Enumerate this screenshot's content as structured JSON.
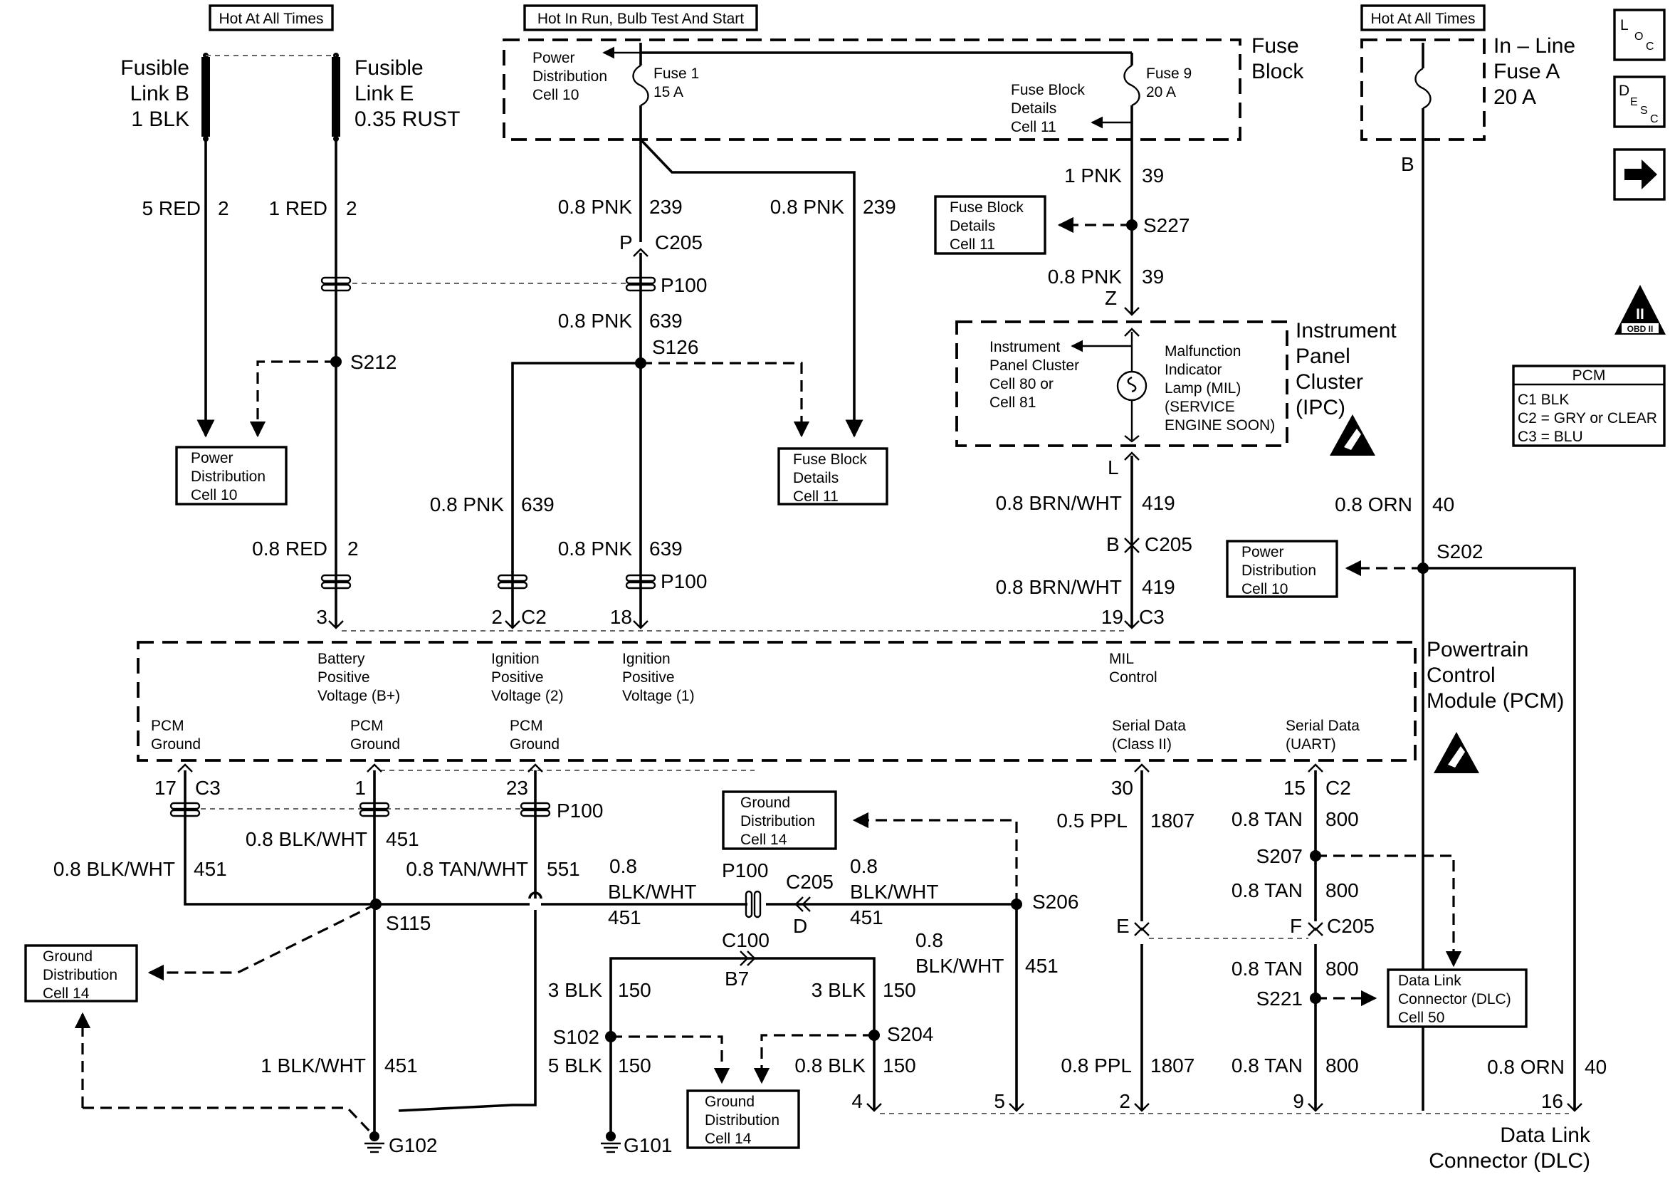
{
  "banners": {
    "hot_all_times_left": "Hot At All Times",
    "hot_run": "Hot In Run, Bulb Test And Start",
    "hot_all_times_right": "Hot At All Times"
  },
  "fusible_link_b": [
    "Fusible",
    "Link B",
    "1 BLK"
  ],
  "fusible_link_e": [
    "Fusible",
    "Link E",
    "0.35 RUST"
  ],
  "fuse_block": {
    "title": [
      "Fuse",
      "Block"
    ],
    "power_dist": [
      "Power",
      "Distribution",
      "Cell 10"
    ],
    "fuse1": [
      "Fuse 1",
      "15 A"
    ],
    "fuse9": [
      "Fuse 9",
      "20 A"
    ],
    "details": [
      "Fuse Block",
      "Details",
      "Cell 11"
    ]
  },
  "inline_fuse": {
    "title": [
      "In – Line",
      "Fuse A",
      "20 A"
    ],
    "pin": "B"
  },
  "side_icons": {
    "loc": [
      "L",
      "O",
      "C"
    ],
    "desc": [
      "D",
      "E",
      "S",
      "C"
    ],
    "obd": [
      "II",
      "OBD II"
    ]
  },
  "pcm_legend": {
    "title": "PCM",
    "rows": [
      "C1  BLK",
      "C2 = GRY or CLEAR",
      "C3 = BLU"
    ]
  },
  "ref_boxes": {
    "power_dist_left": [
      "Power",
      "Distribution",
      "Cell 10"
    ],
    "fuse_block_mid": [
      "Fuse Block",
      "Details",
      "Cell 11"
    ],
    "fuse_block_right": [
      "Fuse Block",
      "Details",
      "Cell 11"
    ],
    "power_dist_right": [
      "Power",
      "Distribution",
      "Cell 10"
    ],
    "ground_dist_top": [
      "Ground",
      "Distribution",
      "Cell 14"
    ],
    "ground_dist_left": [
      "Ground",
      "Distribution",
      "Cell 14"
    ],
    "ground_dist_bottom": [
      "Ground",
      "Distribution",
      "Cell 14"
    ],
    "dlc_ref": [
      "Data Link",
      "Connector (DLC)",
      "Cell 50"
    ]
  },
  "ipc": {
    "title": [
      "Instrument",
      "Panel",
      "Cluster",
      "(IPC)"
    ],
    "ref": [
      "Instrument",
      "Panel Cluster",
      "Cell 80 or",
      "Cell 81"
    ],
    "mil": [
      "Malfunction",
      "Indicator",
      "Lamp (MIL)",
      "(SERVICE",
      "ENGINE SOON)"
    ]
  },
  "pcm": {
    "title": [
      "Powertrain",
      "Control",
      "Module (PCM)"
    ],
    "batt": [
      "Battery",
      "Positive",
      "Voltage (B+)"
    ],
    "ign2": [
      "Ignition",
      "Positive",
      "Voltage (2)"
    ],
    "ign1": [
      "Ignition",
      "Positive",
      "Voltage (1)"
    ],
    "mil_ctrl": [
      "MIL",
      "Control"
    ],
    "gnd": [
      "PCM",
      "Ground"
    ],
    "serial2": [
      "Serial Data",
      "(Class II)"
    ],
    "serial_uart": [
      "Serial Data",
      "(UART)"
    ]
  },
  "dlc": {
    "title": [
      "Data Link",
      "Connector (DLC)"
    ]
  },
  "labels": {
    "w_5red": "5 RED",
    "c_2a": "2",
    "w_1red": "1 RED",
    "c_2b": "2",
    "w_08pnk_a": "0.8 PNK",
    "c_239a": "239",
    "w_08pnk_b": "0.8 PNK",
    "c_239b": "239",
    "w_1pnk": "1 PNK",
    "c_39a": "39",
    "s227": "S227",
    "w_08pnk_c": "0.8 PNK",
    "c_39b": "39",
    "pin_z": "Z",
    "pin_p": "P",
    "c205_top": "C205",
    "p100_top": "P100",
    "w_08pnk_d": "0.8 PNK",
    "c_639a": "639",
    "s126": "S126",
    "s212": "S212",
    "w_08pnk_e": "0.8 PNK",
    "c_639b": "639",
    "w_08pnk_f": "0.8 PNK",
    "c_639c": "639",
    "p100_mid": "P100",
    "w_08red": "0.8 RED",
    "c_2c": "2",
    "pin_l": "L",
    "w_brnwht_a": "0.8 BRN/WHT",
    "c_419a": "419",
    "pin_b": "B",
    "c205_mid": "C205",
    "w_brnwht_b": "0.8 BRN/WHT",
    "c_419b": "419",
    "w_orn_a": "0.8 ORN",
    "c_40a": "40",
    "s202": "S202",
    "pin_3": "3",
    "pin_2": "2",
    "c2_top": "C2",
    "pin_18": "18",
    "pin_19": "19",
    "c3_top": "C3",
    "pin_17": "17",
    "c3_bot": "C3",
    "pin_1": "1",
    "pin_23": "23",
    "p100_bot": "P100",
    "pin_30": "30",
    "pin_15": "15",
    "c2_bot": "C2",
    "w_blkwht_a": "0.8 BLK/WHT",
    "c_451a": "451",
    "w_blkwht_b": "0.8 BLK/WHT",
    "c_451b": "451",
    "w_tanwht": "0.8 TAN/WHT",
    "c_551": "551",
    "w_08_a": "0.8",
    "w_blkwht_c": "BLK/WHT",
    "c_451c": "451",
    "p100_c": "P100",
    "c100": "C100",
    "c205_d": "C205",
    "pin_d": "D",
    "w_08_b": "0.8",
    "w_blkwht_d": "BLK/WHT",
    "c_451d": "451",
    "s206": "S206",
    "w_08_c": "0.8",
    "w_blkwht_e": "BLK/WHT",
    "c_451e": "451",
    "s115": "S115",
    "w_05ppl": "0.5 PPL",
    "c_1807a": "1807",
    "w_08tan_a": "0.8 TAN",
    "c_800a": "800",
    "s207": "S207",
    "w_08tan_b": "0.8 TAN",
    "c_800b": "800",
    "pin_e": "E",
    "pin_f": "F",
    "c205_bot": "C205",
    "w_08tan_c": "0.8 TAN",
    "c_800c": "800",
    "s221": "S221",
    "b7": "B7",
    "w_3blk_a": "3 BLK",
    "c_150a": "150",
    "w_3blk_b": "3 BLK",
    "c_150b": "150",
    "s102": "S102",
    "s204": "S204",
    "w_5blk": "5 BLK",
    "c_150c": "150",
    "w_08blk": "0.8 BLK",
    "c_150d": "150",
    "w_1blkwht": "1 BLK/WHT",
    "c_451f": "451",
    "w_08ppl": "0.8 PPL",
    "c_1807b": "1807",
    "w_08tan_d": "0.8 TAN",
    "c_800d": "800",
    "w_orn_b": "0.8 ORN",
    "c_40b": "40",
    "pin_4": "4",
    "pin_5": "5",
    "pin_2b": "2",
    "pin_9": "9",
    "pin_16": "16",
    "g102": "G102",
    "g101": "G101"
  }
}
